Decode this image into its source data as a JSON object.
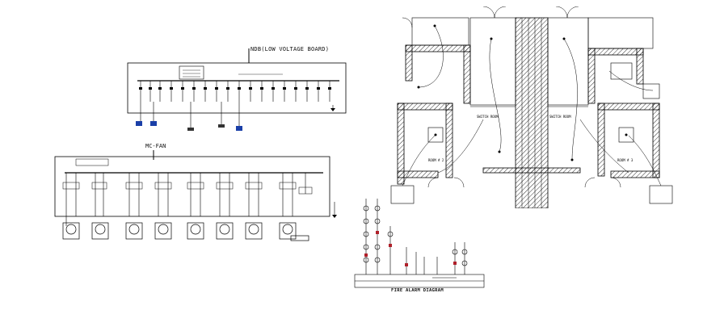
{
  "drawing": {
    "ndb_title": "NDB(LOW VOLTAGE BOARD)",
    "mc_title": "MC-FAN",
    "fire_alarm_title": "FIRE ALARM DIAGRAM"
  },
  "floor_plan": {
    "labels": {
      "switch_room_left": "SWITCH ROOM",
      "switch_room_right": "SWITCH ROOM",
      "left_room_label": "ROOM # 2",
      "right_room_label": "ROOM # 3"
    }
  }
}
